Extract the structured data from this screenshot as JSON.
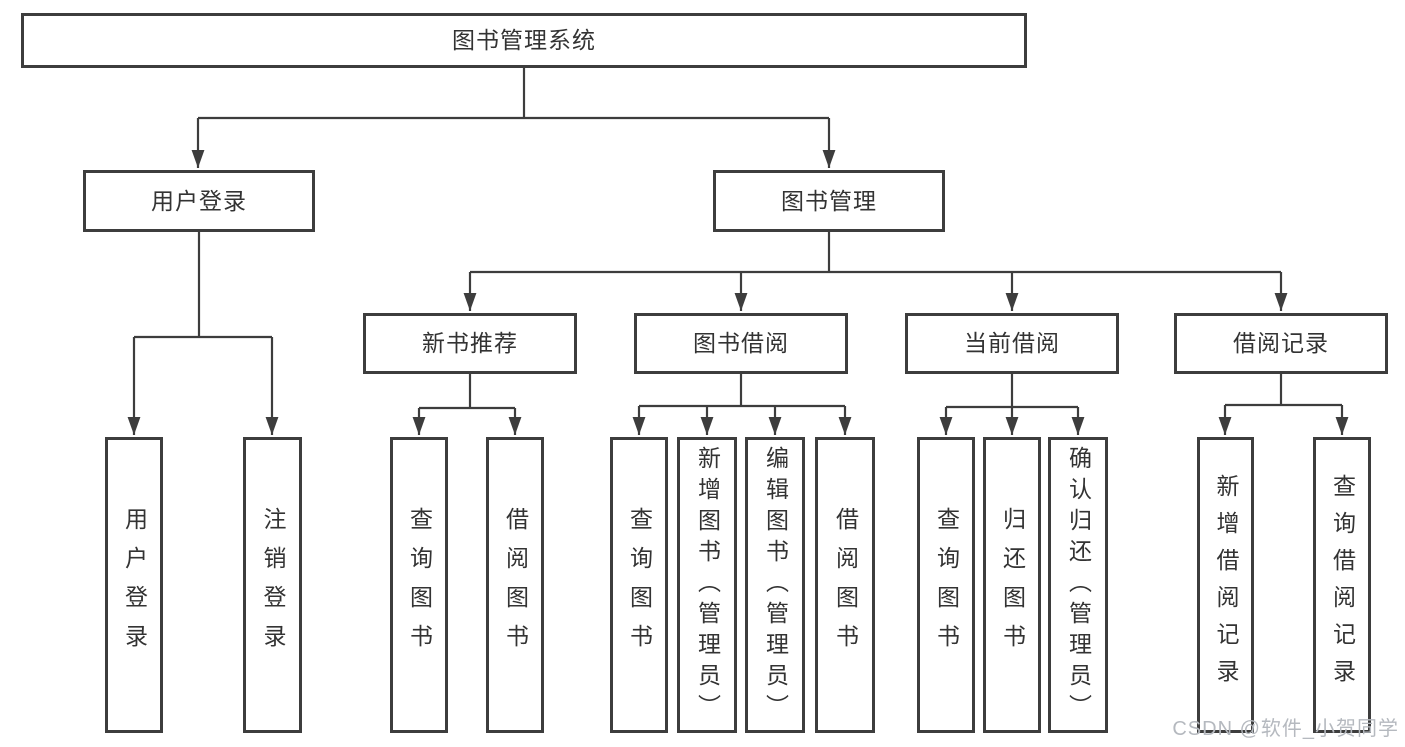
{
  "tree": {
    "label": "图书管理系统",
    "children": [
      {
        "label": "用户登录",
        "children": [
          {
            "label": "用户登录"
          },
          {
            "label": "注销登录"
          }
        ]
      },
      {
        "label": "图书管理",
        "children": [
          {
            "label": "新书推荐",
            "children": [
              {
                "label": "查询图书"
              },
              {
                "label": "借阅图书"
              }
            ]
          },
          {
            "label": "图书借阅",
            "children": [
              {
                "label": "查询图书"
              },
              {
                "label": "新增图书（管理员）"
              },
              {
                "label": "编辑图书（管理员）"
              },
              {
                "label": "借阅图书"
              }
            ]
          },
          {
            "label": "当前借阅",
            "children": [
              {
                "label": "查询图书"
              },
              {
                "label": "归还图书"
              },
              {
                "label": "确认归还（管理员）"
              }
            ]
          },
          {
            "label": "借阅记录",
            "children": [
              {
                "label": "新增借阅记录"
              },
              {
                "label": "查询借阅记录"
              }
            ]
          }
        ]
      }
    ]
  },
  "watermark": {
    "text": "CSDN @软件_小贺同学"
  },
  "colors": {
    "line": "#3d3d3d",
    "border": "#3d3d3d",
    "text": "#333333",
    "watermark": "#b5b9bf",
    "background": "#ffffff"
  }
}
